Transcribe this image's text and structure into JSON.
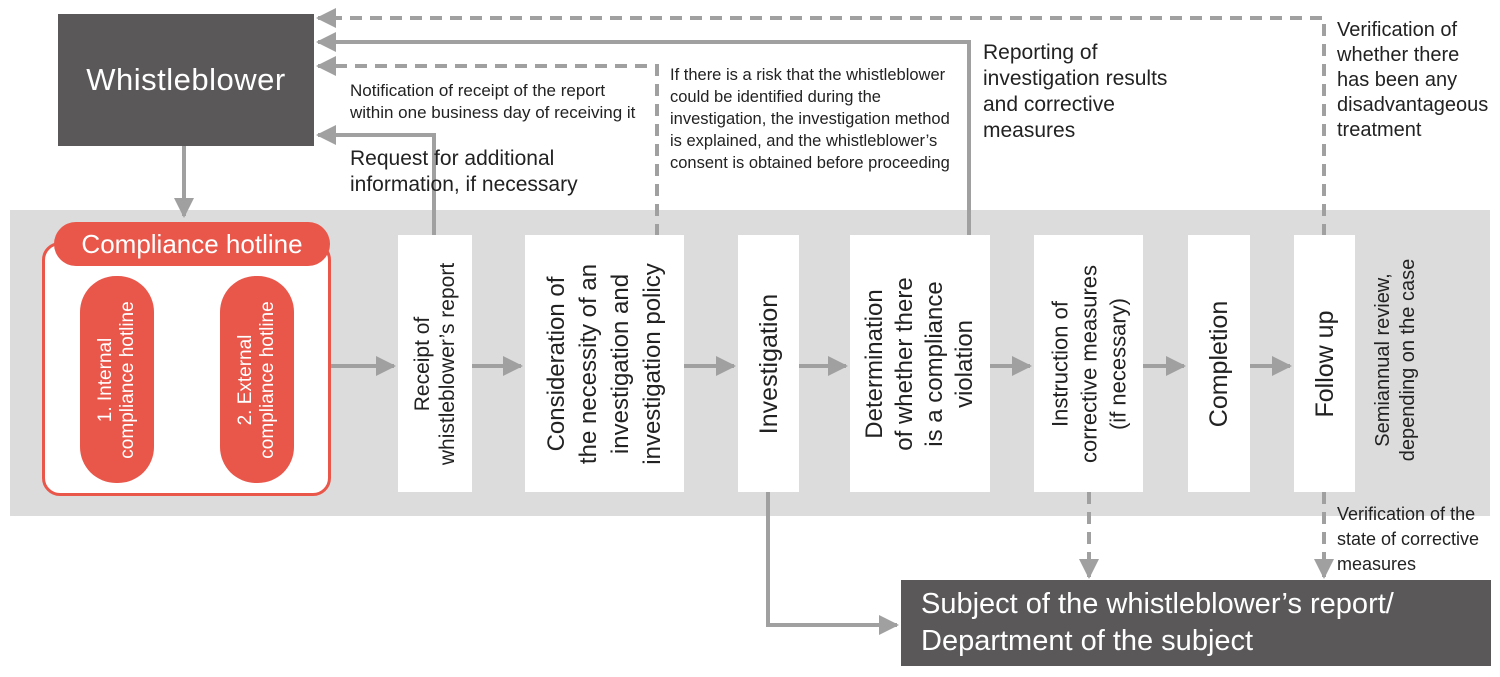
{
  "colors": {
    "accent_red": "#e9564a",
    "dark_box": "#5a5858",
    "band_gray": "#dcdcdc",
    "arrow_gray": "#a0a0a0"
  },
  "whistleblower": {
    "label": "Whistleblower"
  },
  "hotline": {
    "title": "Compliance hotline",
    "internal": [
      "1. Internal",
      "compliance hotline"
    ],
    "external": [
      "2. External",
      "compliance hotline"
    ]
  },
  "steps": [
    {
      "lines": [
        "Receipt of",
        "whistleblower’s report"
      ]
    },
    {
      "lines": [
        "Consideration of",
        "the necessity of an",
        "investigation and",
        "investigation policy"
      ]
    },
    {
      "lines": [
        "Investigation"
      ]
    },
    {
      "lines": [
        "Determination",
        "of whether there",
        "is a compliance",
        "violation"
      ]
    },
    {
      "lines": [
        "Instruction of",
        "corrective measures",
        "(if necessary)"
      ]
    },
    {
      "lines": [
        "Completion"
      ]
    },
    {
      "lines": [
        "Follow up"
      ]
    }
  ],
  "notes": {
    "notification": [
      "Notification of receipt of the report",
      "within one business day of receiving it"
    ],
    "request": [
      "Request for additional",
      "information, if necessary"
    ],
    "risk": [
      "If there is a risk that the whistleblower",
      "could be identified during the",
      "investigation, the investigation method",
      "is explained, and the whistleblower’s",
      "consent is obtained before proceeding"
    ],
    "reporting": [
      "Reporting of",
      "investigation results",
      "and corrective",
      "measures"
    ],
    "verification_disadvantage": [
      "Verification of",
      "whether there",
      "has been any",
      "disadvantageous",
      "treatment"
    ],
    "semiannual": [
      "Semiannual review,",
      "depending on the case"
    ],
    "verification_corrective": [
      "Verification of the",
      "state of corrective",
      "measures"
    ]
  },
  "subject": {
    "lines": [
      "Subject of the whistleblower’s report/",
      "Department of the subject"
    ]
  }
}
